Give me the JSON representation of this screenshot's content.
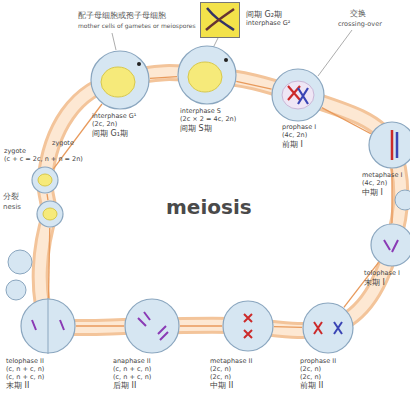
{
  "diagram": {
    "title": "meiosis",
    "nodes": [
      {
        "text": [
          "interphase G¹",
          "(2c, 2n)",
          "间期 G₁期"
        ]
      },
      {
        "text": [
          "interphase S",
          "(2c × 2 = 4c, 2n)",
          "间期 S期"
        ]
      },
      {
        "text": [
          "间期 G₂期",
          "interphase G²"
        ]
      },
      {
        "text": [
          "prophase I",
          "(4c, 2n)",
          "前期 I"
        ]
      },
      {
        "text": [
          "metaphase I",
          "(4c, 2n)",
          "中期 I"
        ]
      },
      {
        "text": [
          "telophase I",
          "末期 I"
        ]
      },
      {
        "text": [
          "prophase II",
          "(2c, n)",
          "(2c, n)",
          "前期 II"
        ]
      },
      {
        "text": [
          "metaphase II",
          "(2c, n)",
          "(2c, n)",
          "中期 II"
        ]
      },
      {
        "text": [
          "anaphase II",
          "(c, n + c, n)",
          "(c, n + c, n)",
          "后期 II"
        ]
      },
      {
        "text": [
          "telophase II",
          "(c, n + c, n)",
          "(c, n + c, n)",
          "末期 II"
        ]
      },
      {
        "text": [
          "zygote",
          "(c + c = 2c, n + n = 2n)"
        ]
      },
      {
        "text": [
          "zygote"
        ]
      }
    ],
    "edges": [
      {
        "from": 0,
        "to": 1,
        "arrow": "none"
      },
      {
        "from": 1,
        "to": 3,
        "arrow": "none"
      },
      {
        "from": 3,
        "to": 4,
        "arrow": "none"
      },
      {
        "from": 4,
        "to": 5,
        "arrow": "none"
      },
      {
        "from": 5,
        "to": 6,
        "arrow": "none"
      },
      {
        "from": 6,
        "to": 7,
        "arrow": "none"
      },
      {
        "from": 7,
        "to": 8,
        "arrow": "none"
      },
      {
        "from": 8,
        "to": 9,
        "arrow": "none"
      },
      {
        "from": 9,
        "to": 11,
        "arrow": "none"
      },
      {
        "from": 11,
        "to": 10,
        "arrow": "none"
      },
      {
        "from": 10,
        "to": 0,
        "arrow": "none"
      }
    ],
    "labels": [
      "配子母细胞或孢子母细胞",
      "mother cells of gametes or meiospores",
      "交换",
      "crossing-over",
      "分裂",
      "nesis"
    ]
  }
}
